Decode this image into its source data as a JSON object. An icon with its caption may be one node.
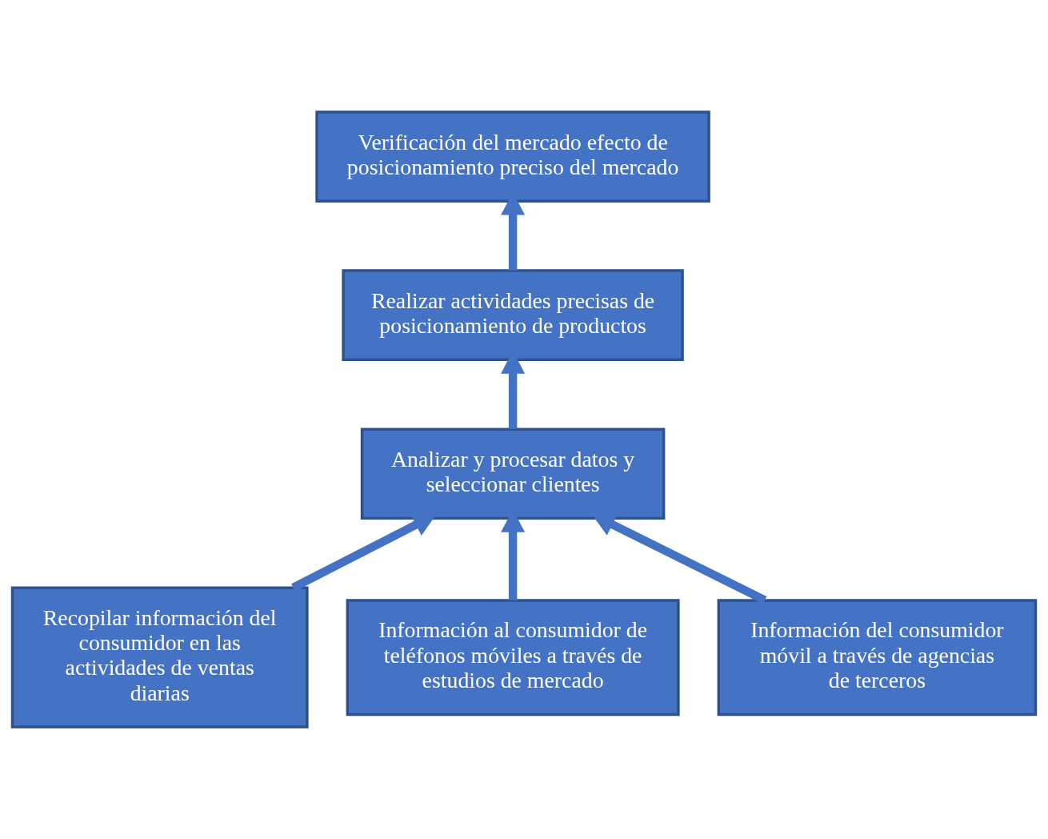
{
  "diagram": {
    "nodes": [
      {
        "text": [
          "Verificación del mercado efecto de posicionamiento preciso del mercado"
        ]
      },
      {
        "text": [
          "Realizar actividades precisas de posicionamiento de productos"
        ]
      },
      {
        "text": [
          "Analizar y procesar datos y seleccionar clientes"
        ]
      },
      {
        "text": [
          "Recopilar información del consumidor en las actividades de ventas diarias"
        ]
      },
      {
        "text": [
          "Información al consumidor de teléfonos móviles a través de estudios de mercado"
        ]
      },
      {
        "text": [
          "Información del consumidor móvil a través de agencias de terceros"
        ]
      }
    ],
    "edges": [
      {
        "from": 3,
        "to": 2,
        "arrow": "to"
      },
      {
        "from": 4,
        "to": 2,
        "arrow": "to"
      },
      {
        "from": 5,
        "to": 2,
        "arrow": "to"
      },
      {
        "from": 2,
        "to": 1,
        "arrow": "to"
      },
      {
        "from": 1,
        "to": 0,
        "arrow": "to"
      }
    ]
  }
}
